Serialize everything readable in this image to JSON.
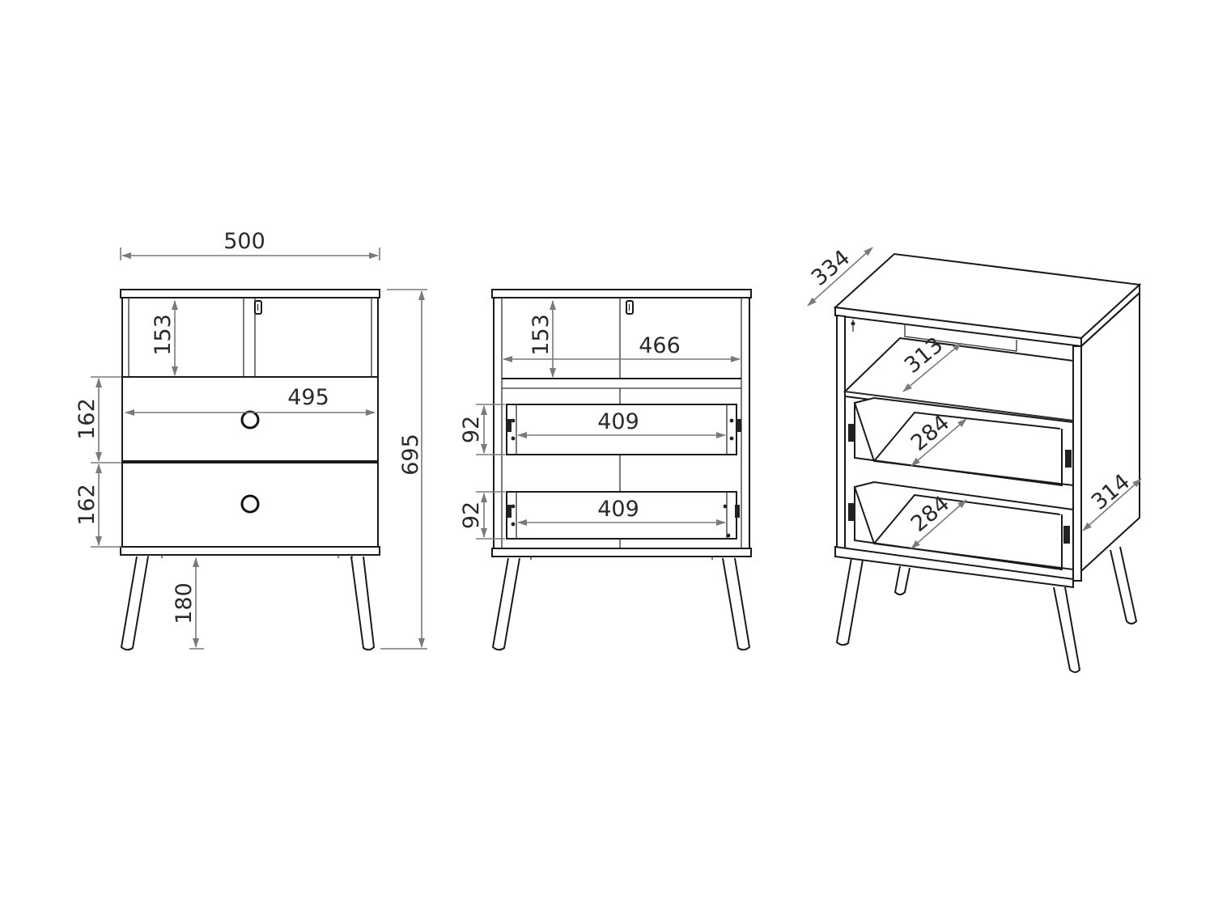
{
  "views": {
    "front_closed": {
      "width_overall": "500",
      "open_shelf_height": "153",
      "drawer_width": "495",
      "drawer_top_height": "162",
      "drawer_bottom_height": "162",
      "leg_height": "180",
      "total_height": "695"
    },
    "front_open": {
      "open_shelf_height": "153",
      "inner_width": "466",
      "drawer_top_height": "92",
      "drawer_top_inner_width": "409",
      "drawer_bottom_height": "92",
      "drawer_bottom_inner_width": "409"
    },
    "perspective": {
      "depth_overall": "334",
      "shelf_depth": "313",
      "drawer_top_depth": "284",
      "drawer_bottom_depth": "284",
      "side_depth": "314"
    }
  },
  "colors": {
    "outline": "#1a1a1a",
    "dimension_line": "#7a7a7a",
    "dimension_text": "#2a2a2a",
    "background": "#ffffff"
  }
}
